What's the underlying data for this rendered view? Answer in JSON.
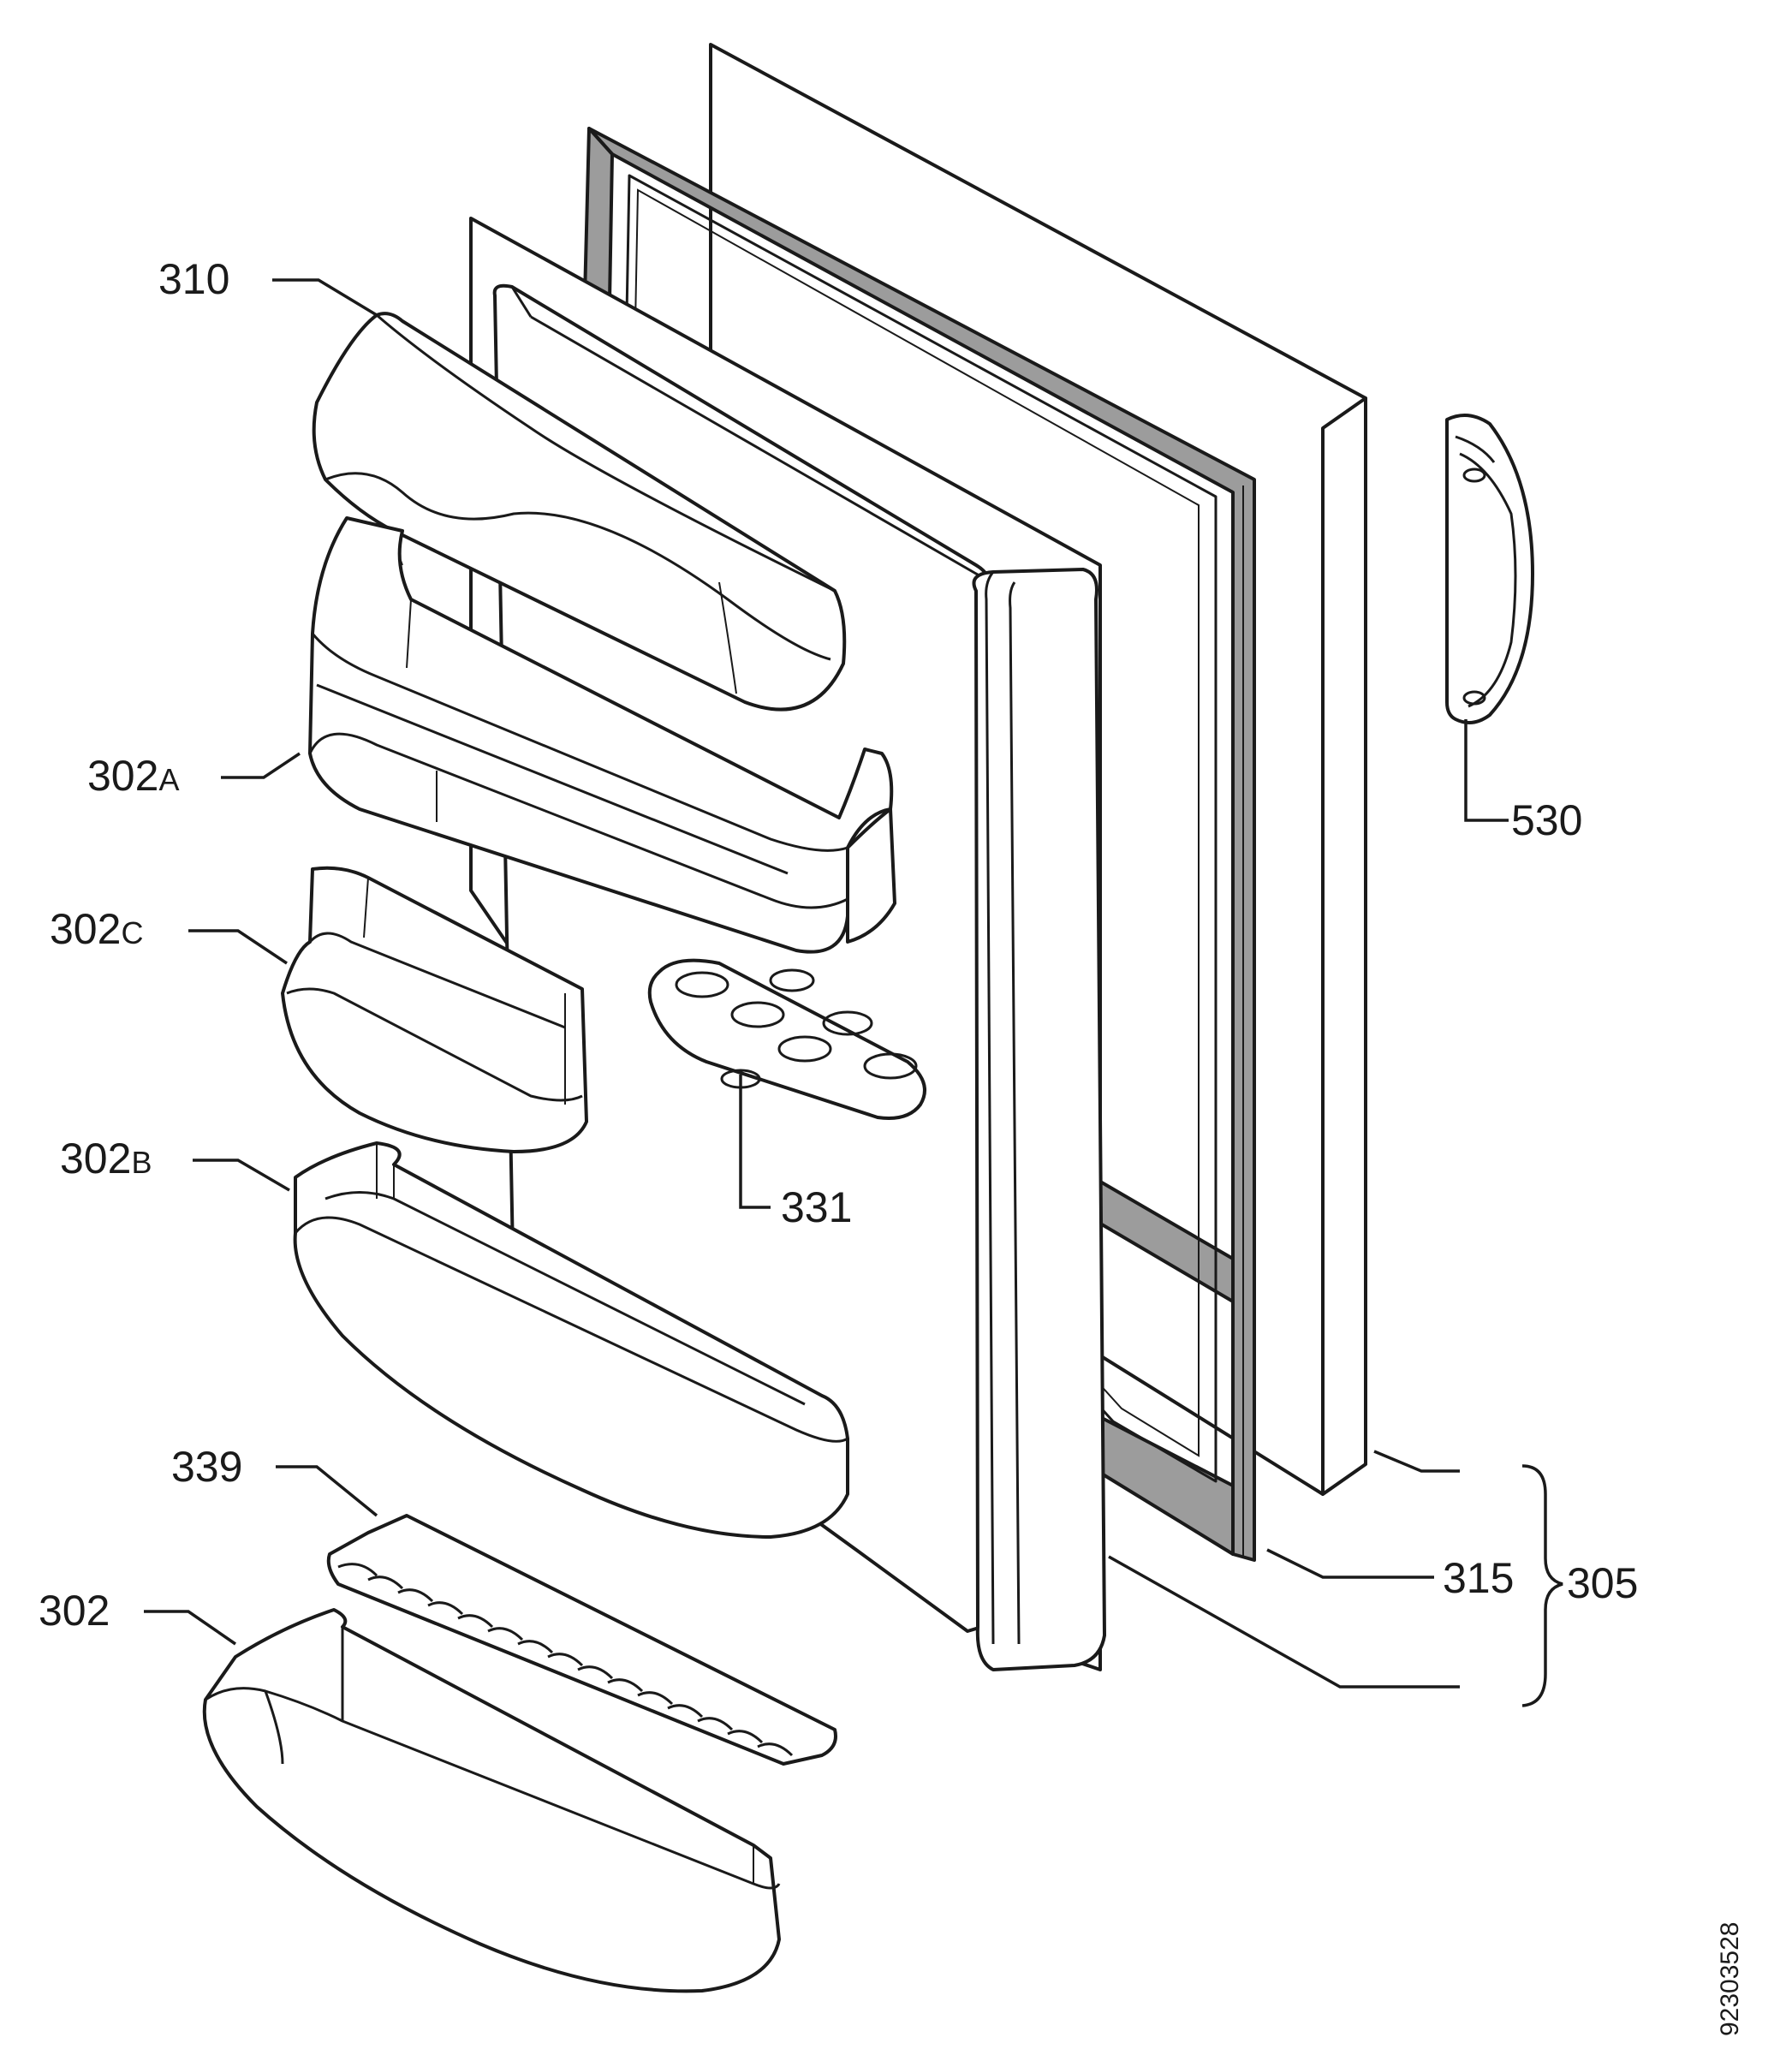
{
  "labels": {
    "p310": "310",
    "p302a_num": "302",
    "p302a_suf": "A",
    "p302c_num": "302",
    "p302c_suf": "C",
    "p302b_num": "302",
    "p302b_suf": "B",
    "p339": "339",
    "p302": "302",
    "p331": "331",
    "p530": "530",
    "p315": "315",
    "p305": "305"
  },
  "document_number": "92303528"
}
